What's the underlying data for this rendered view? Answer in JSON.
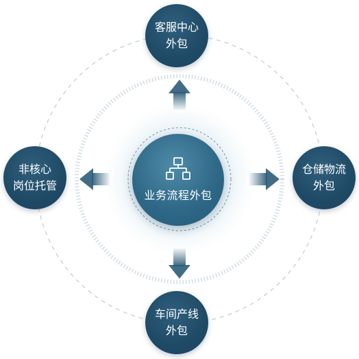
{
  "center": {
    "label": "业务流程外包",
    "icon": "flowchart-icon",
    "color": "#2f6987"
  },
  "nodes": {
    "top": {
      "line1": "客服中心",
      "line2": "外包"
    },
    "right": {
      "line1": "仓储物流",
      "line2": "外包"
    },
    "bottom": {
      "line1": "车间产线",
      "line2": "外包"
    },
    "left": {
      "line1": "非核心",
      "line2": "岗位托管"
    }
  },
  "colors": {
    "node": "#1f4a66",
    "arrow": "#2c5c78",
    "ring": "#c9d5dc",
    "glow": "#e9f2f6"
  }
}
